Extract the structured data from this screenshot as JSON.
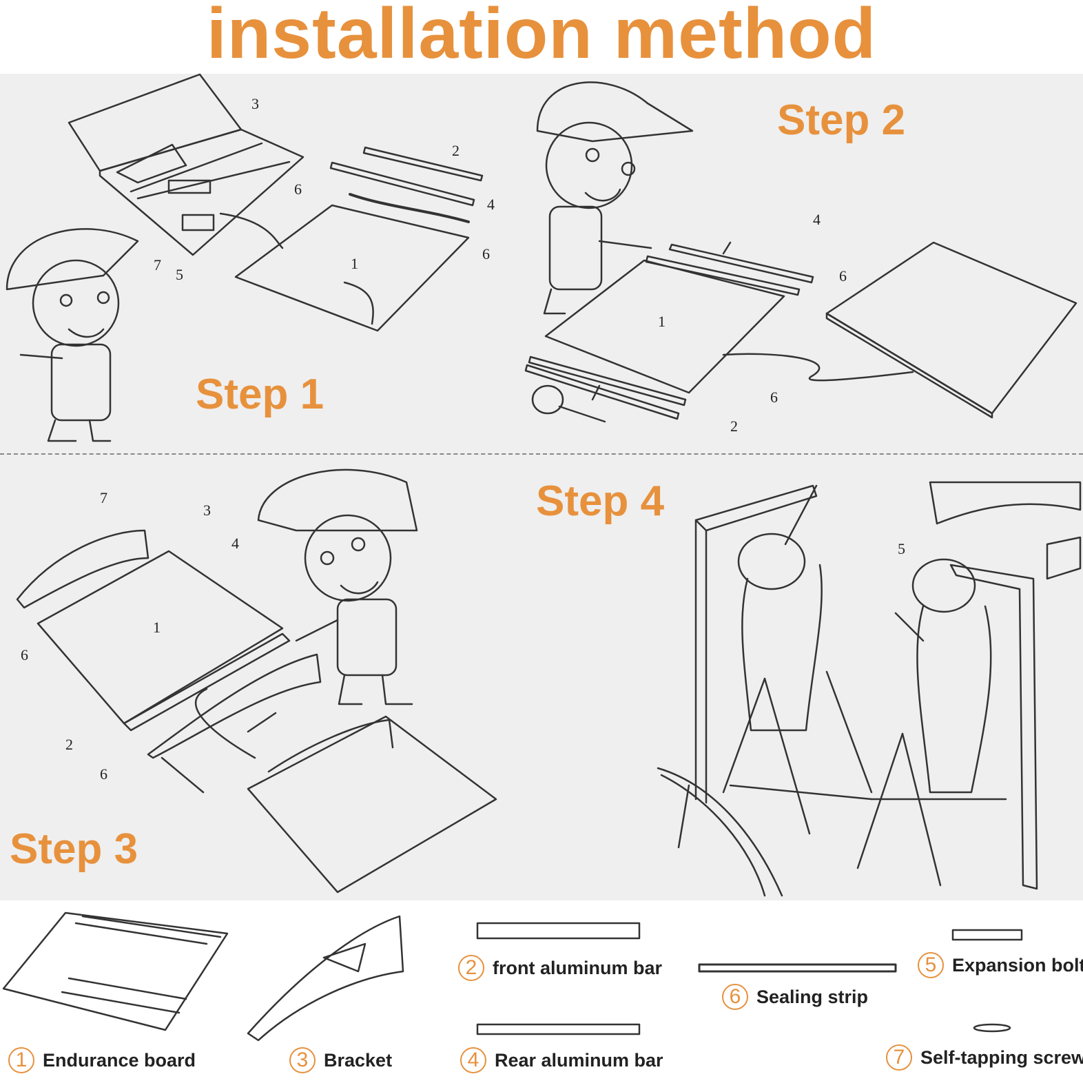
{
  "title": "installation method",
  "steps": [
    "Step 1",
    "Step 2",
    "Step 3",
    "Step 4"
  ],
  "callouts": {
    "n1": "1",
    "n2": "2",
    "n3": "3",
    "n4": "4",
    "n5": "5",
    "n6": "6",
    "n7": "7"
  },
  "parts": [
    {
      "num": "1",
      "label": "Endurance board"
    },
    {
      "num": "2",
      "label": "front aluminum bar"
    },
    {
      "num": "3",
      "label": "Bracket"
    },
    {
      "num": "4",
      "label": "Rear aluminum bar"
    },
    {
      "num": "5",
      "label": "Expansion bolts"
    },
    {
      "num": "6",
      "label": "Sealing strip"
    },
    {
      "num": "7",
      "label": "Self-tapping screws"
    }
  ],
  "colors": {
    "accent": "#e7913d",
    "panel": "#efefef",
    "line": "#333333"
  }
}
